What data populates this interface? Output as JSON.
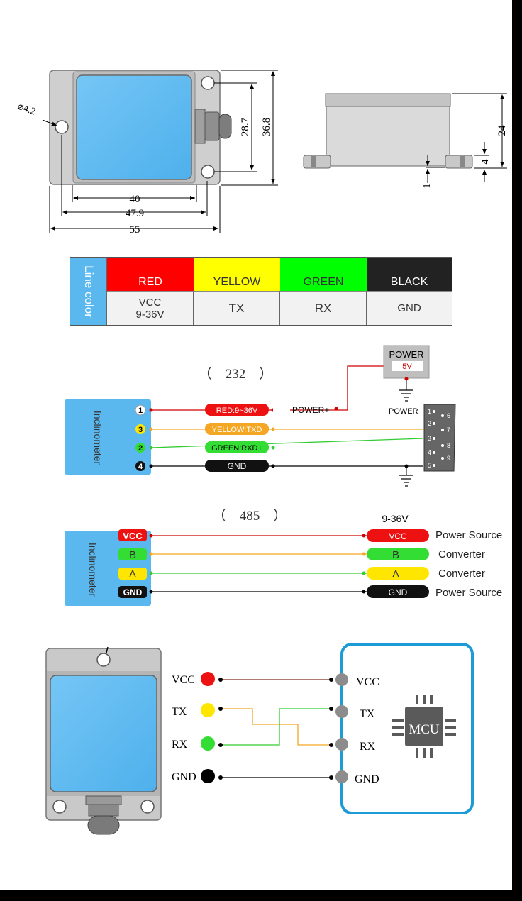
{
  "dims": {
    "hole": "⌀4.2",
    "d_287": "28.7",
    "d_368": "36.8",
    "d_40": "40",
    "d_479": "47.9",
    "d_55": "55",
    "d_24": "24",
    "d_4": "4",
    "d_1": "1"
  },
  "line_color": {
    "label": "Line color",
    "columns": [
      {
        "name": "RED",
        "value": "VCC\n9-36V",
        "color": "#ff0000",
        "text_color": "#ffffff"
      },
      {
        "name": "YELLOW",
        "value": "TX",
        "color": "#ffff00",
        "text_color": "#333333"
      },
      {
        "name": "GREEN",
        "value": "RX",
        "color": "#00ff00",
        "text_color": "#333333"
      },
      {
        "name": "BLACK",
        "value": "GND",
        "color": "#222222",
        "text_color": "#ffffff"
      }
    ]
  },
  "rs232": {
    "title": "（　232　）",
    "device": "Inclinometer",
    "pins": [
      "1",
      "3",
      "2",
      "4"
    ],
    "wire_labels": [
      "RED:9~36V",
      "YELLOW:TXD",
      "GREEN:RXD+",
      "GND"
    ],
    "power_plus": "POWER+",
    "power_box_title": "POWER",
    "power_box_value": "5V",
    "db9_power": "POWER",
    "db9_pins": [
      "1",
      "2",
      "3",
      "4",
      "5",
      "6",
      "7",
      "8",
      "9"
    ]
  },
  "rs485": {
    "title": "（　485　）",
    "device": "Inclinometer",
    "voltage": "9-36V",
    "left_labels": [
      "VCC",
      "B",
      "A",
      "GND"
    ],
    "right_labels": [
      "VCC",
      "B",
      "A",
      "GND"
    ],
    "targets": [
      "Power Source",
      "Converter",
      "Converter",
      "Power Source"
    ]
  },
  "mcu": {
    "left_labels": [
      "VCC",
      "TX",
      "RX",
      "GND"
    ],
    "right_labels": [
      "VCC",
      "TX",
      "RX",
      "GND"
    ],
    "chip": "MCU"
  },
  "colors": {
    "red": "#ff0000",
    "yellow": "#ffff00",
    "green": "#00ff00",
    "black": "#000000",
    "orange_wire": "#f5a623",
    "brown_wire": "#7a2a1a",
    "mcu_border": "#1d9bd7",
    "module_blue": "#5bb8ef"
  }
}
